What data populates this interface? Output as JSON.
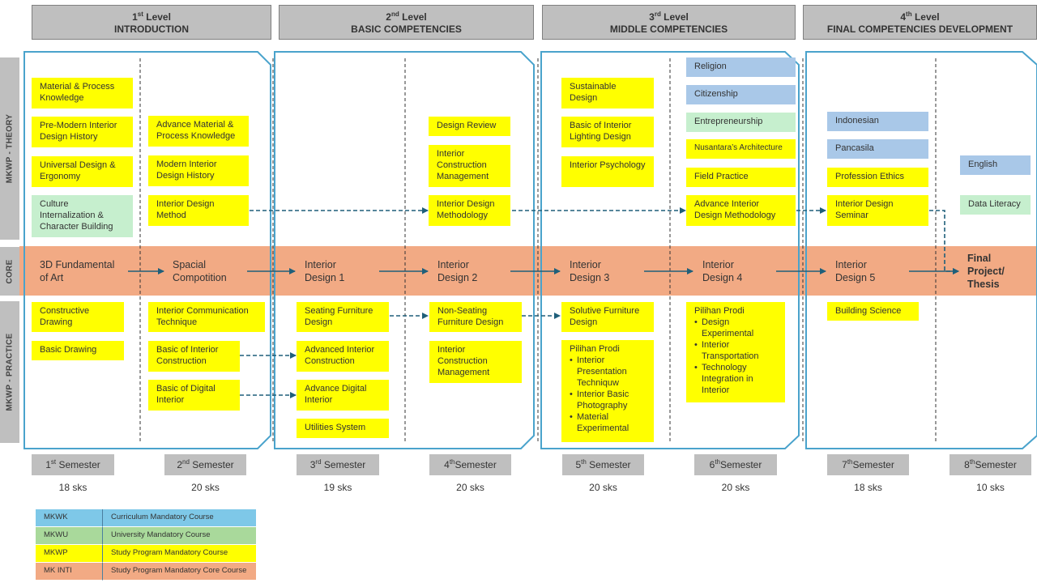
{
  "levels": [
    {
      "num": "1",
      "sup": "st",
      "word": "Level",
      "title": "INTRODUCTION"
    },
    {
      "num": "2",
      "sup": "nd",
      "word": "Level",
      "title": "BASIC COMPETENCIES"
    },
    {
      "num": "3",
      "sup": "rd",
      "word": "Level",
      "title": "MIDDLE COMPETENCIES"
    },
    {
      "num": "4",
      "sup": "th",
      "word": "Level",
      "title": "FINAL COMPETENCIES DEVELOPMENT"
    }
  ],
  "rows": {
    "theory": "MKWP - THEORY",
    "core": "CORE",
    "practice": "MKWP - PRACTICE"
  },
  "theory": {
    "s1_material": "Material & Process Knowledge",
    "s1_premodern": "Pre-Modern Interior Design History",
    "s1_universal": "Universal Design & Ergonomy",
    "s1_culture": "Culture Internalization & Character Building",
    "s2_advmaterial": "Advance Material & Process Knowledge",
    "s2_modern": "Modern Interior Design History",
    "s2_method": "Interior Design Method",
    "s4_review": "Design Review",
    "s4_construction": "Interior Construction Management",
    "s4_methodology": "Interior Design Methodology",
    "s5_sustainable": "Sustainable Design",
    "s5_lighting": "Basic of Interior Lighting Design",
    "s5_psychology": "Interior Psychology",
    "s6_religion": "Religion",
    "s6_citizenship": "Citizenship",
    "s6_entrepreneurship": "Entrepreneurship",
    "s6_nusantara": "Nusantara’s Architecture",
    "s6_field": "Field Practice",
    "s6_advmethodology": "Advance Interior Design Methodology",
    "s7_indonesian": "Indonesian",
    "s7_pancasila": "Pancasila",
    "s7_ethics": "Profession Ethics",
    "s7_seminar": "Interior Design Seminar",
    "s8_english": "English",
    "s8_literacy": "Data Literacy"
  },
  "core": [
    "3D Fundamental of Art",
    "Spacial Compotition",
    "Interior Design 1",
    "Interior Design 2",
    "Interior Design 3",
    "Interior Design 4",
    "Interior Design 5",
    "Final Project/ Thesis"
  ],
  "practice": {
    "s1_constructive": "Constructive Drawing",
    "s1_basic": "Basic Drawing",
    "s2_communication": "Interior Communication Technique",
    "s2_construction": "Basic of Interior Construction",
    "s2_digital": "Basic of Digital Interior",
    "s3_seating": "Seating Furniture Design",
    "s3_advconstruction": "Advanced Interior Construction",
    "s3_advdigital": "Advance Digital Interior",
    "s3_utilities": "Utilities System",
    "s4_nonseating": "Non-Seating Furniture Design",
    "s4_construction": "Interior Construction Management",
    "s5_solutive": "Solutive Furniture Design",
    "s5_pilihan_title": "Pilihan Prodi",
    "s5_pilihan_items": [
      "Interior Presentation Techniquw",
      "Interior Basic Photography",
      "Material Experimental"
    ],
    "s6_pilihan_title": "Pilihan Prodi",
    "s6_pilihan_items": [
      "Design Experimental",
      "Interior Transportation",
      "Technology Integration in Interior"
    ],
    "s7_building": "Building Science"
  },
  "semesters": [
    {
      "num": "1",
      "sup": "st",
      "word": "Semester",
      "sks": "18 sks"
    },
    {
      "num": "2",
      "sup": "nd",
      "word": "Semester",
      "sks": "20 sks"
    },
    {
      "num": "3",
      "sup": "rd",
      "word": "Semester",
      "sks": "19 sks"
    },
    {
      "num": "4",
      "sup": "th",
      "word": "Semester",
      "sks": "20 sks"
    },
    {
      "num": "5",
      "sup": "th",
      "word": "Semester",
      "sks": "20 sks"
    },
    {
      "num": "6",
      "sup": "th",
      "word": "Semester",
      "sks": "20 sks"
    },
    {
      "num": "7",
      "sup": "th",
      "word": "Semester",
      "sks": "18 sks"
    },
    {
      "num": "8",
      "sup": "th",
      "word": "Semester",
      "sks": "10 sks"
    }
  ],
  "legend": [
    {
      "code": "MKWK",
      "desc": "Curriculum Mandatory Course",
      "color": "#7ec8e8"
    },
    {
      "code": "MKWU",
      "desc": "University Mandatory Course",
      "color": "#a9d99b"
    },
    {
      "code": "MKWP",
      "desc": "Study Program Mandatory Course",
      "color": "#ffff00"
    },
    {
      "code": "MK INTI",
      "desc": "Study Program Mandatory Core Course",
      "color": "#f2aa84"
    }
  ],
  "colors": {
    "frame": "#4aa3cc",
    "arrow": "#1f5f7a",
    "core": "#f2aa84",
    "mkwp": "#ffff00",
    "mkwu": "#c6efce",
    "mkwk": "#a9c8e8",
    "header": "#bfbfbf"
  }
}
